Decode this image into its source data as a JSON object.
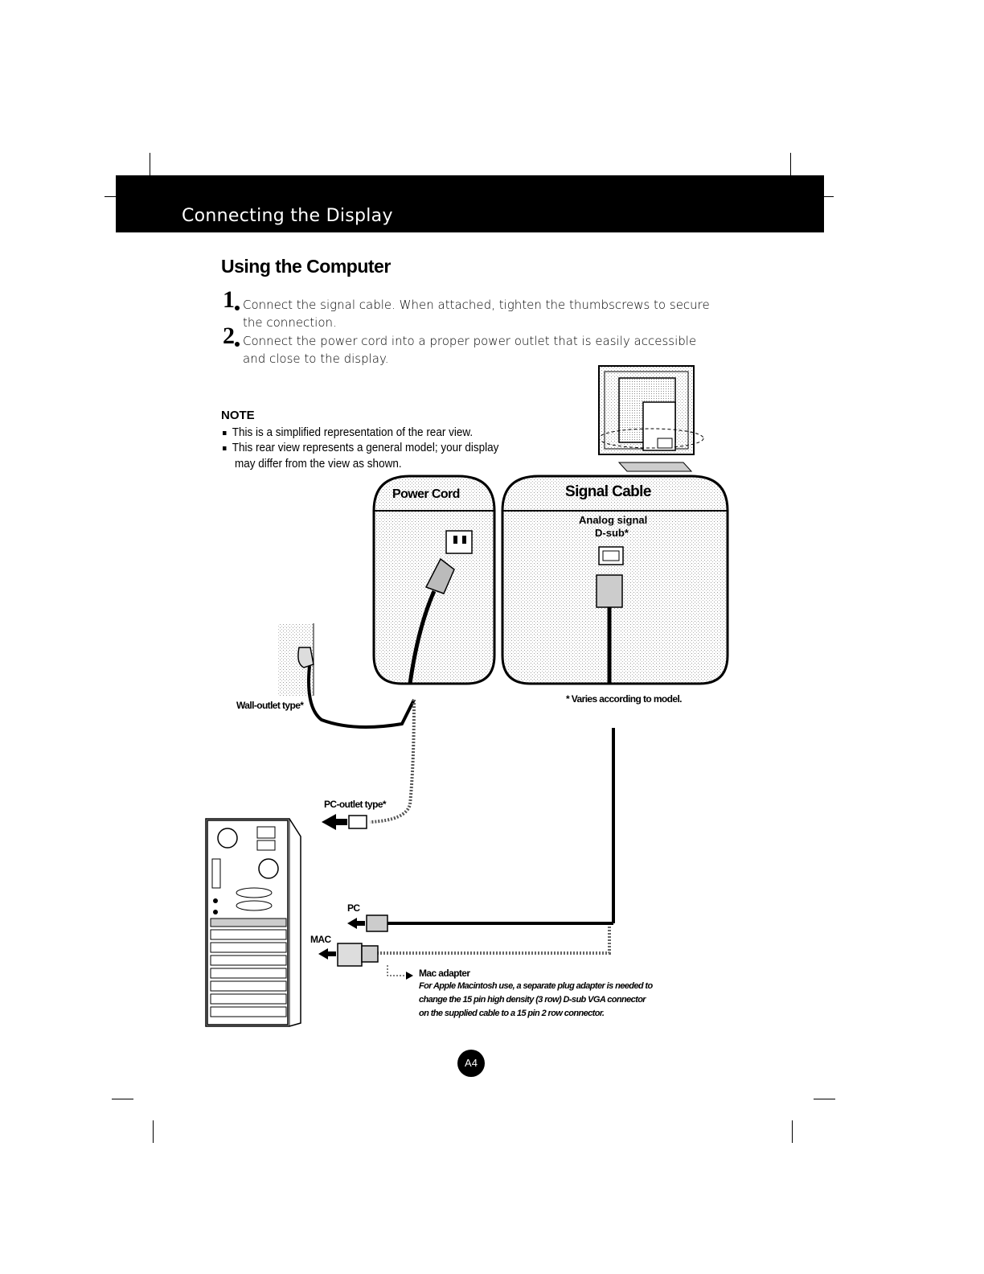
{
  "header": {
    "title": "Connecting the Display"
  },
  "section": {
    "title": "Using the Computer"
  },
  "steps": [
    {
      "num": "1",
      "text": "Connect the signal cable. When attached, tighten the thumbscrews to secure the connection."
    },
    {
      "num": "2",
      "text": "Connect the power cord into a proper power outlet that is easily accessible and close to the display."
    }
  ],
  "note": {
    "title": "NOTE",
    "items": [
      "This is a simplified representation of the rear view.",
      "This rear view represents a general model; your display",
      "may differ from the view as shown."
    ]
  },
  "diagram": {
    "power_cord_label": "Power Cord",
    "signal_cable_label": "Signal Cable",
    "analog_signal_label": "Analog signal",
    "dsub_label": "D-sub*",
    "wall_outlet_label": "Wall-outlet type*",
    "pc_outlet_label": "PC-outlet type*",
    "varies_note": "* Varies according to model.",
    "pc_label": "PC",
    "mac_label": "MAC",
    "mac_adapter_title": "Mac adapter",
    "mac_adapter_lines": [
      "For Apple Macintosh use, a separate plug adapter is needed to",
      "change the 15 pin high density (3 row) D-sub VGA connector",
      "on the supplied cable to a 15 pin 2 row connector."
    ]
  },
  "footer": {
    "page_number": "A4"
  }
}
